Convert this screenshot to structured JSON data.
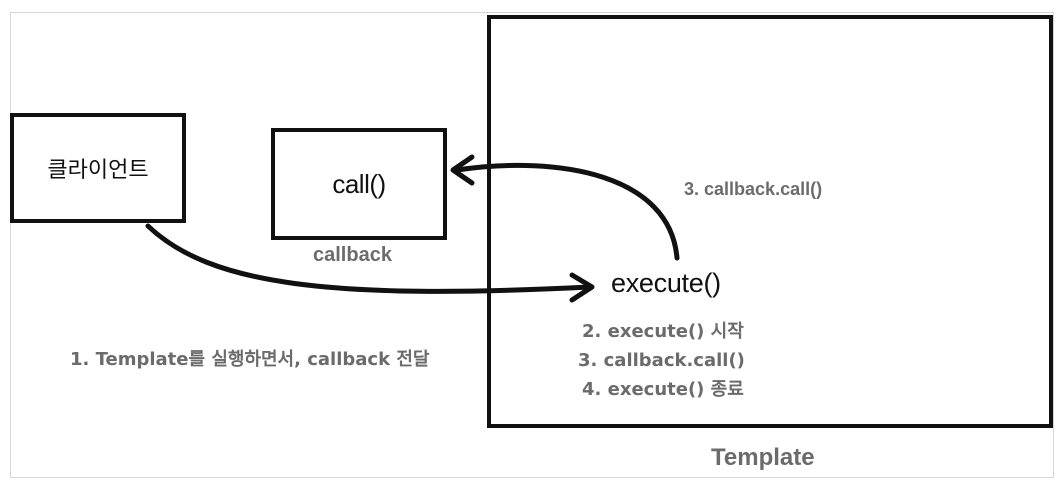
{
  "diagram": {
    "client_label": "클라이언트",
    "callback_box_label": "call()",
    "callback_caption": "callback",
    "execute_label": "execute()",
    "arrow_label": "3. callback.call()",
    "steps": [
      "2. execute() 시작",
      "3. callback.call()",
      "4. execute() 종료"
    ],
    "note": "1. Template를 실행하면서, callback 전달",
    "template_caption": "Template"
  }
}
